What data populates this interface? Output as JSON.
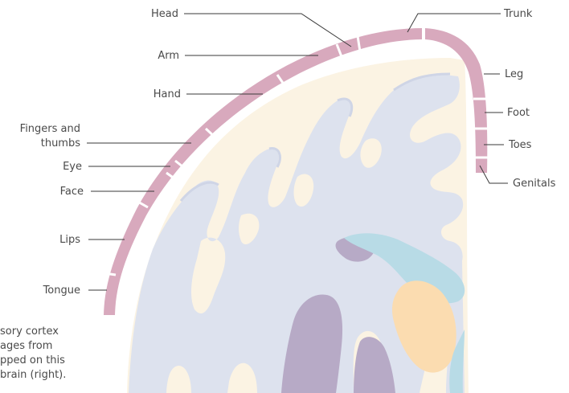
{
  "labels": {
    "head": "Head",
    "trunk": "Trunk",
    "arm": "Arm",
    "leg": "Leg",
    "hand": "Hand",
    "foot": "Foot",
    "fingers_line1": "Fingers and",
    "fingers_line2": "thumbs",
    "toes": "Toes",
    "eye": "Eye",
    "genitals": "Genitals",
    "face": "Face",
    "lips": "Lips",
    "tongue": "Tongue"
  },
  "caption": {
    "line1": "sory cortex",
    "line2": "ages from",
    "line3": "pped on this",
    "line4": "brain (right)."
  },
  "colors": {
    "cortex_band": "#d8a9bd",
    "white_matter": "#fbf3e3",
    "gray_matter": "#dde2ee",
    "deep_purple": "#b7aac6",
    "deep_blue": "#b8dbe6",
    "deep_orange": "#fbdcb0"
  }
}
